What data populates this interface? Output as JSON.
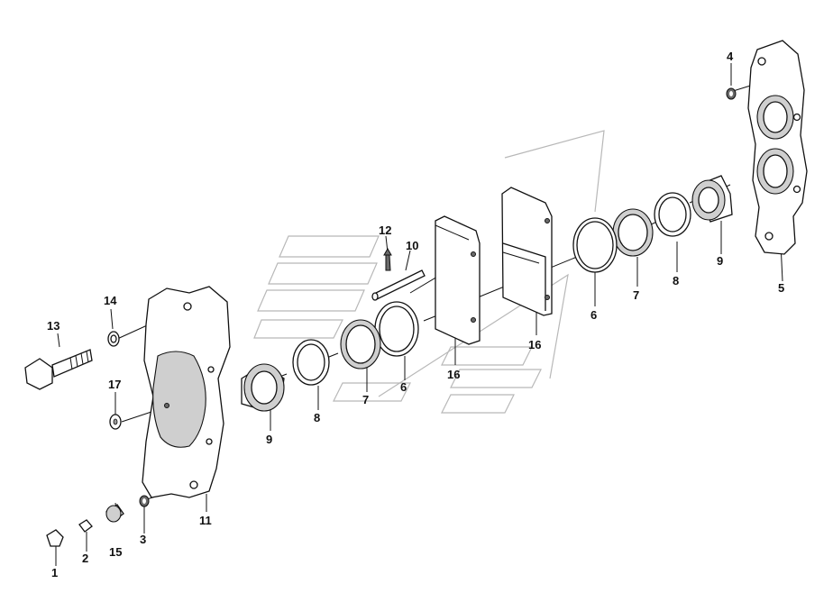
{
  "diagram": {
    "callouts": [
      {
        "id": "c1",
        "text": "1"
      },
      {
        "id": "c2",
        "text": "2"
      },
      {
        "id": "c3",
        "text": "3"
      },
      {
        "id": "c4",
        "text": "4"
      },
      {
        "id": "c5",
        "text": "5"
      },
      {
        "id": "c6a",
        "text": "6"
      },
      {
        "id": "c6b",
        "text": "6"
      },
      {
        "id": "c7a",
        "text": "7"
      },
      {
        "id": "c7b",
        "text": "7"
      },
      {
        "id": "c8a",
        "text": "8"
      },
      {
        "id": "c8b",
        "text": "8"
      },
      {
        "id": "c9a",
        "text": "9"
      },
      {
        "id": "c9b",
        "text": "9"
      },
      {
        "id": "c10",
        "text": "10"
      },
      {
        "id": "c11",
        "text": "11"
      },
      {
        "id": "c12",
        "text": "12"
      },
      {
        "id": "c13",
        "text": "13"
      },
      {
        "id": "c14",
        "text": "14"
      },
      {
        "id": "c15",
        "text": "15"
      },
      {
        "id": "c16a",
        "text": "16"
      },
      {
        "id": "c16b",
        "text": "16"
      },
      {
        "id": "c17",
        "text": "17"
      }
    ]
  }
}
